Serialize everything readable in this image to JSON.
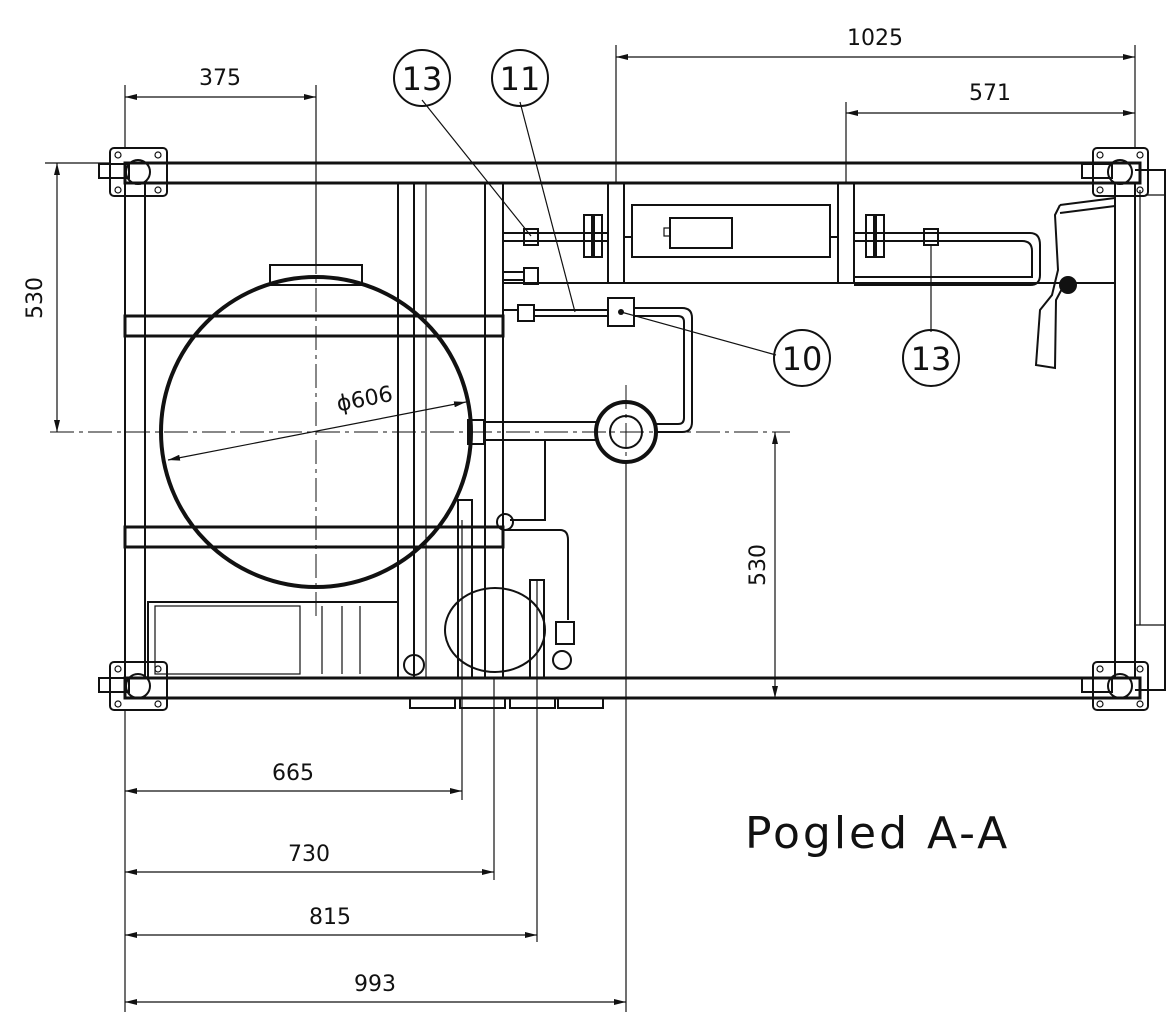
{
  "view_title": "Pogled A-A",
  "dimensions": {
    "d375": "375",
    "d1025": "1025",
    "d571": "571",
    "d530_left": "530",
    "d530_right": "530",
    "diameter": "ϕ606",
    "d665": "665",
    "d730": "730",
    "d815": "815",
    "d993": "993"
  },
  "balloons": {
    "b13_top": "13",
    "b11": "11",
    "b10": "10",
    "b13_right": "13"
  }
}
